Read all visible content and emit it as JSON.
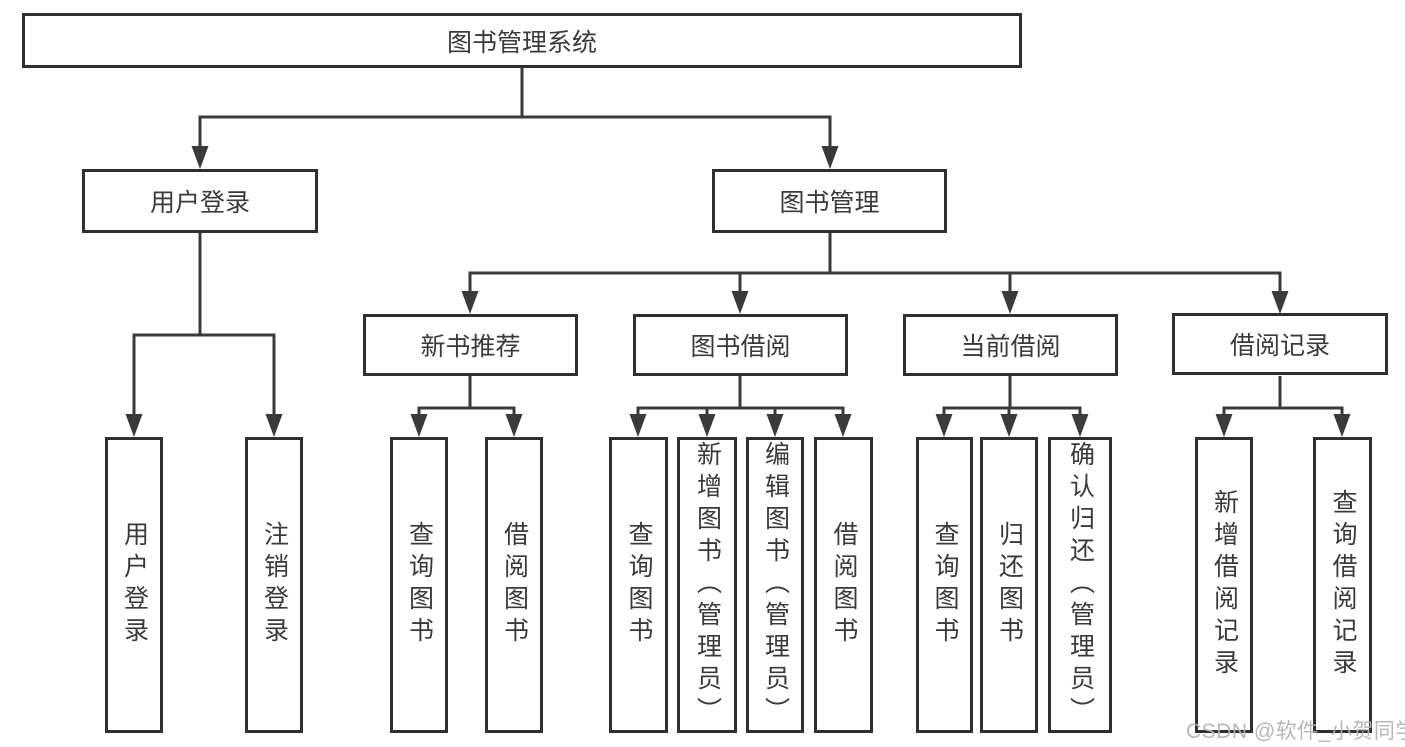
{
  "diagram": {
    "root": {
      "label": "图书管理系统"
    },
    "branches": [
      {
        "label": "用户登录",
        "children": [
          {
            "label": "用户登录"
          },
          {
            "label": "注销登录"
          }
        ]
      },
      {
        "label": "图书管理",
        "children": [
          {
            "label": "新书推荐",
            "children": [
              {
                "label": "查询图书"
              },
              {
                "label": "借阅图书"
              }
            ]
          },
          {
            "label": "图书借阅",
            "children": [
              {
                "label": "查询图书"
              },
              {
                "label": "新增图书（管理员）"
              },
              {
                "label": "编辑图书（管理员）"
              },
              {
                "label": "借阅图书"
              }
            ]
          },
          {
            "label": "当前借阅",
            "children": [
              {
                "label": "查询图书"
              },
              {
                "label": "归还图书"
              },
              {
                "label": "确认归还（管理员）"
              }
            ]
          },
          {
            "label": "借阅记录",
            "children": [
              {
                "label": "新增借阅记录"
              },
              {
                "label": "查询借阅记录"
              }
            ]
          }
        ]
      }
    ]
  },
  "watermark": {
    "text": "CSDN @软件_小贺同学"
  },
  "colors": {
    "line": "#3a3a3a",
    "box_border": "#2f2f2f",
    "text": "#3a3a3a",
    "watermark": "#b2b2b2",
    "background": "#ffffff"
  }
}
